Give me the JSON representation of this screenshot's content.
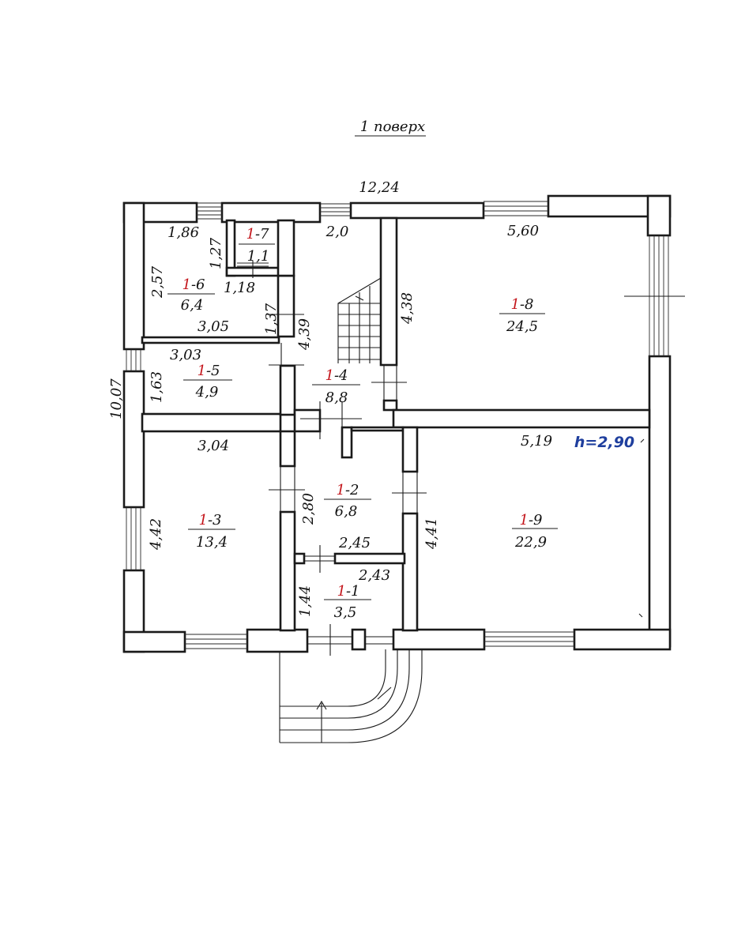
{
  "title": "1 поверх",
  "height_note": "h=2,90",
  "overall": {
    "width": "12,24",
    "depth": "10,07"
  },
  "rooms": [
    {
      "id": "1",
      "prefix": "1",
      "suffix": "-1",
      "area": "3,5"
    },
    {
      "id": "2",
      "prefix": "1",
      "suffix": "-2",
      "area": "6,8"
    },
    {
      "id": "3",
      "prefix": "1",
      "suffix": "-3",
      "area": "13,4"
    },
    {
      "id": "4",
      "prefix": "1",
      "suffix": "-4",
      "area": "8,8"
    },
    {
      "id": "5",
      "prefix": "1",
      "suffix": "-5",
      "area": "4,9"
    },
    {
      "id": "6",
      "prefix": "1",
      "suffix": "-6",
      "area": "6,4"
    },
    {
      "id": "7",
      "prefix": "1",
      "suffix": "-7",
      "area": "1,1"
    },
    {
      "id": "8",
      "prefix": "1",
      "suffix": "-8",
      "area": "24,5"
    },
    {
      "id": "9",
      "prefix": "1",
      "suffix": "-9",
      "area": "22,9"
    }
  ],
  "dimensions": {
    "r6_top": "1,86",
    "r7_side": "1,27",
    "r6_side": "2,57",
    "r7_bottom": "1,18",
    "r6_bottom": "3,05",
    "r4_side_a": "1,37",
    "r4_side_b": "4,39",
    "r4_top": "2,0",
    "r8_top": "5,60",
    "r8_side": "4,38",
    "r5_top": "3,03",
    "r5_side": "1,63",
    "r3_top": "3,04",
    "r3_side": "4,42",
    "r2_side": "2,80",
    "r2_bottom": "2,45",
    "r1_top": "2,43",
    "r1_side": "1,44",
    "r9_top": "5,19",
    "r9_side": "4,41"
  }
}
